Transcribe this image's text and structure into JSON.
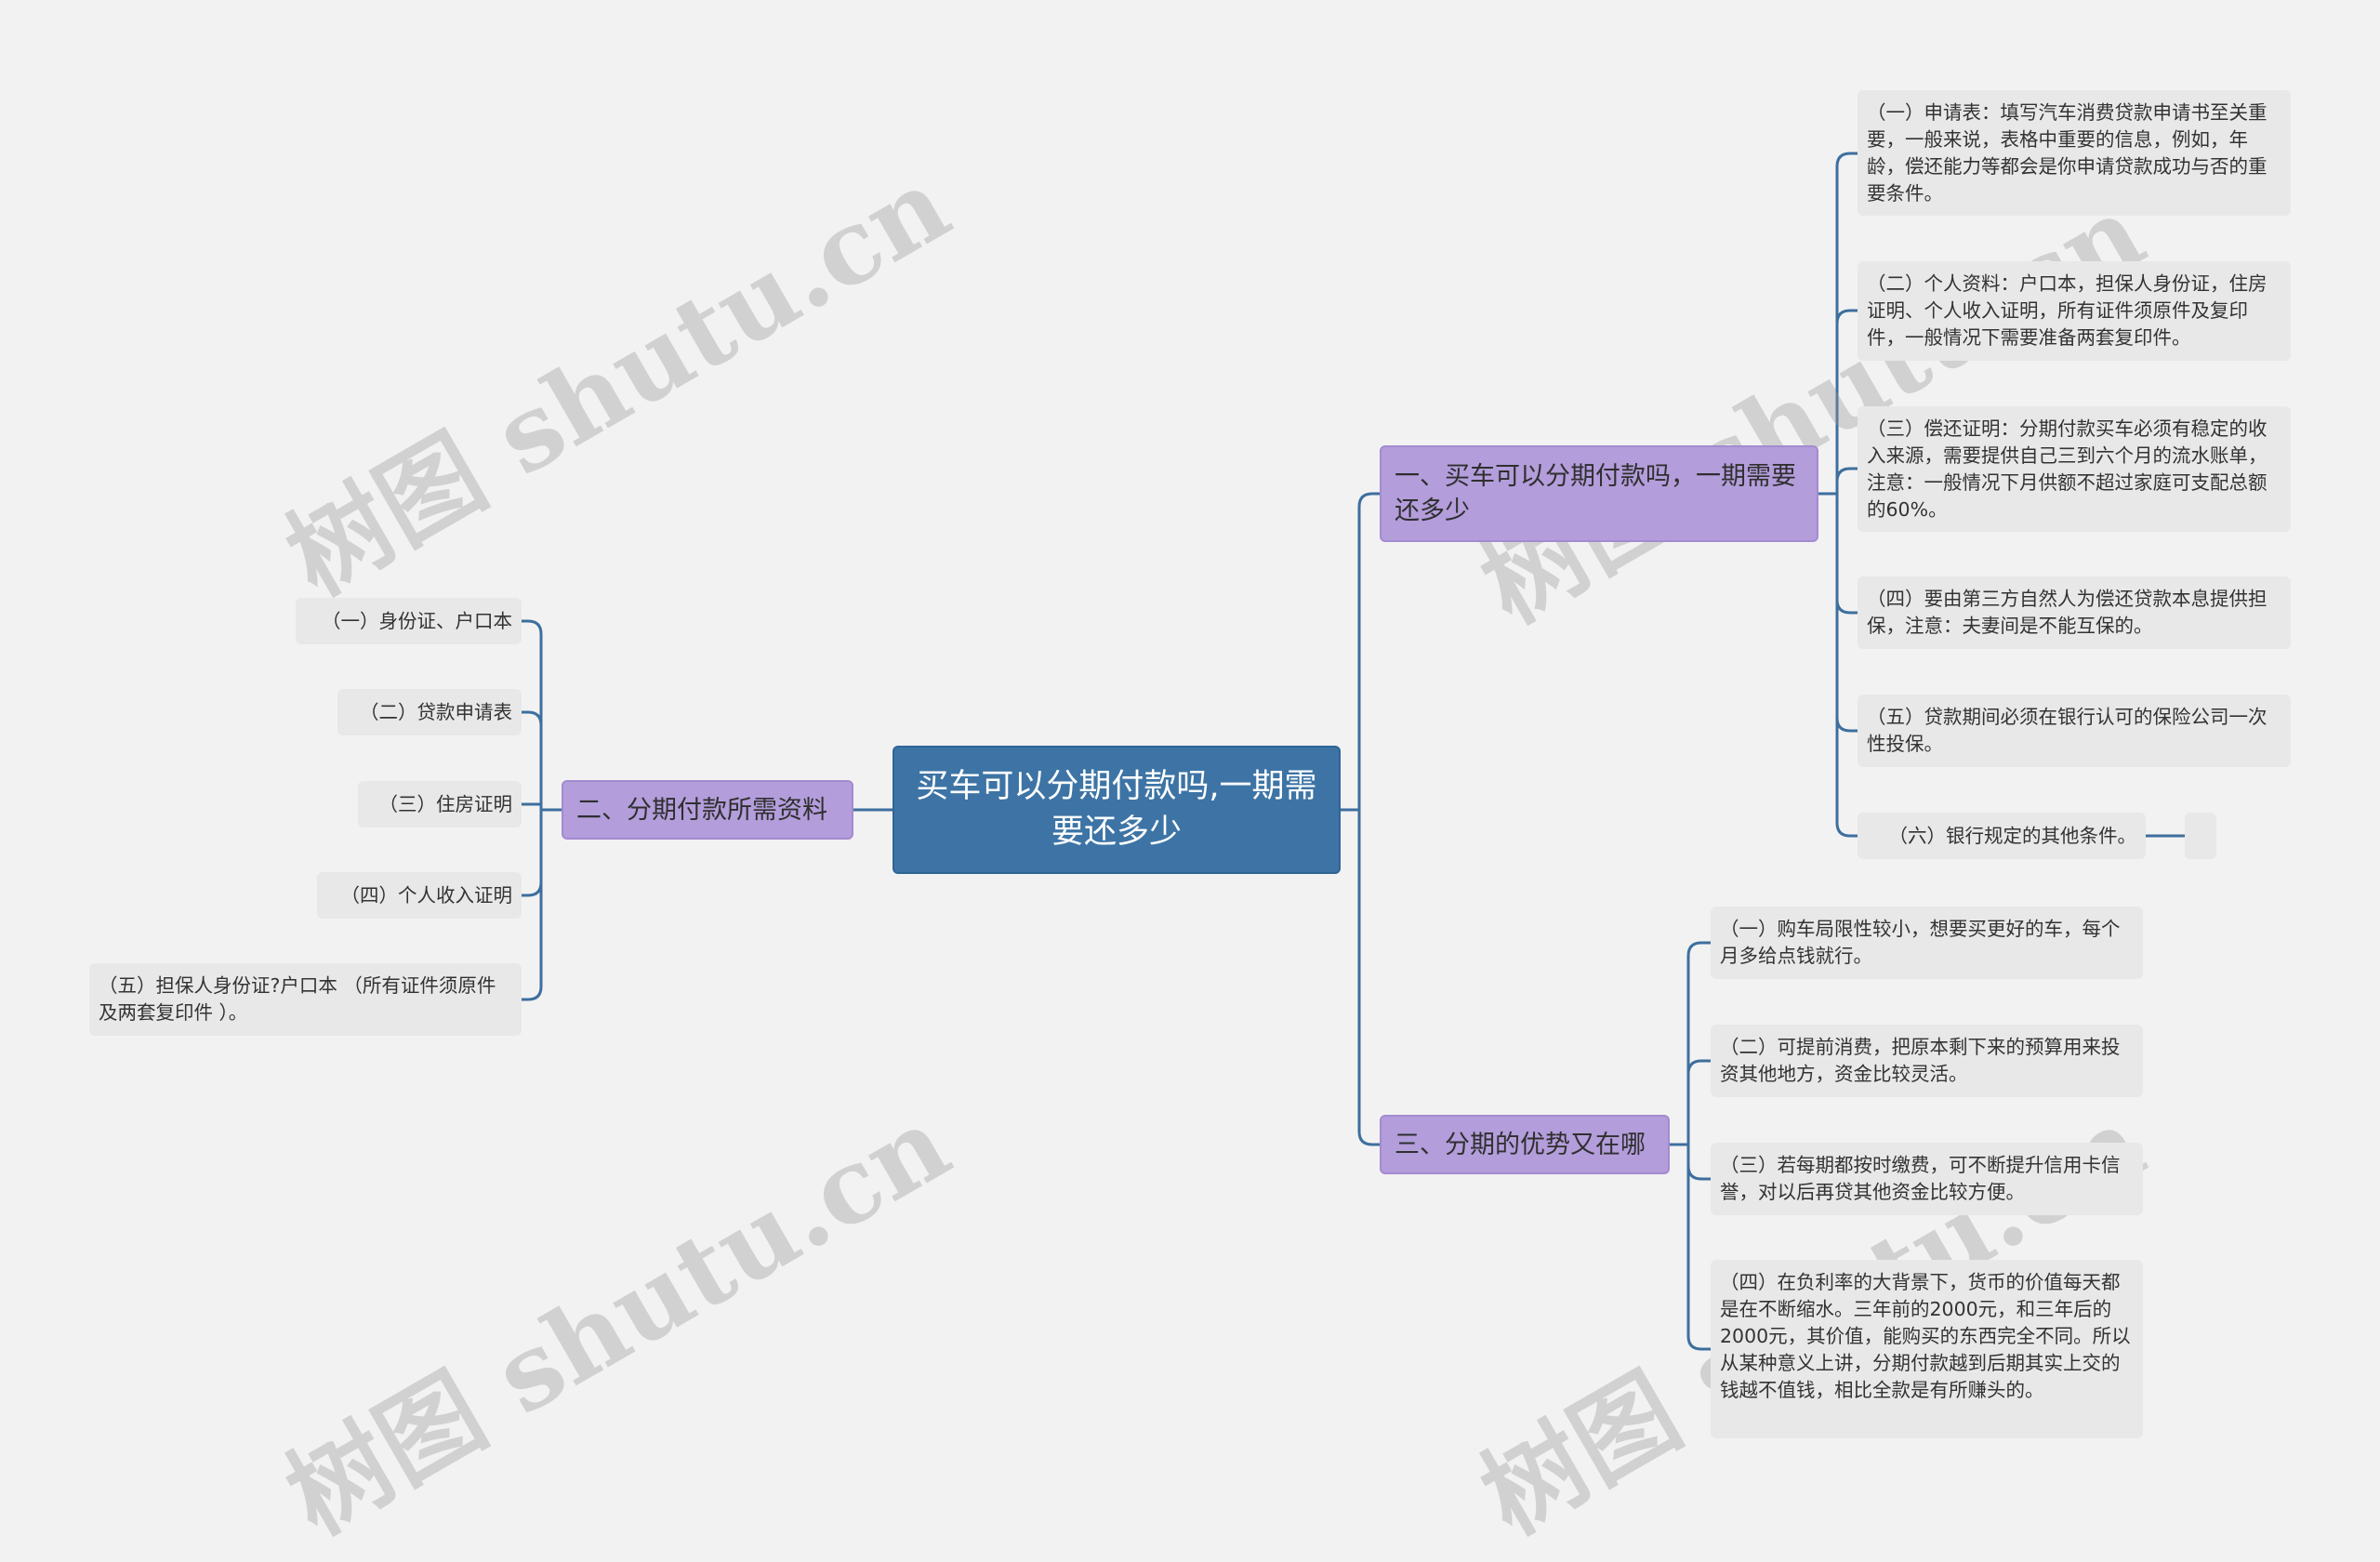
{
  "root": {
    "label": "买车可以分期付款吗,一期需要还多少"
  },
  "branches": [
    {
      "label": "一、买车可以分期付款吗，一期需要还多少",
      "items": [
        "（一）申请表：填写汽车消费贷款申请书至关重要，一般来说，表格中重要的信息，例如，年龄，偿还能力等都会是你申请贷款成功与否的重要条件。",
        "（二）个人资料：户口本，担保人身份证，住房证明、个人收入证明，所有证件须原件及复印件，一般情况下需要准备两套复印件。",
        "（三）偿还证明：分期付款买车必须有稳定的收入来源，需要提供自己三到六个月的流水账单，注意：一般情况下月供额不超过家庭可支配总额的60%。",
        "（四）要由第三方自然人为偿还贷款本息提供担保，注意：夫妻间是不能互保的。",
        "（五）贷款期间必须在银行认可的保险公司一次性投保。",
        "（六）银行规定的其他条件。"
      ]
    },
    {
      "label": "二、分期付款所需资料",
      "items": [
        "（一）身份证、户口本",
        "（二）贷款申请表",
        "（三）住房证明",
        "（四）个人收入证明",
        "（五）担保人身份证?户口本 （所有证件须原件及两套复印件 ）。"
      ]
    },
    {
      "label": "三、分期的优势又在哪",
      "items": [
        "（一）购车局限性较小，想要买更好的车，每个月多给点钱就行。",
        "（二）可提前消费，把原本剩下来的预算用来投资其他地方，资金比较灵活。",
        "（三）若每期都按时缴费，可不断提升信用卡信誉，对以后再贷其他资金比较方便。",
        "（四）在负利率的大背景下，货币的价值每天都是在不断缩水。三年前的2000元，和三年后的2000元，其价值，能购买的东西完全不同。所以从某种意义上讲，分期付款越到后期其实上交的钱越不值钱，相比全款是有所赚头的。"
      ]
    }
  ],
  "watermark": "树图 shutu.cn",
  "colors": {
    "background": "#f2f2f2",
    "root": "#3d74a5",
    "branch": "#b39ddb",
    "leaf": "#e8e8e8",
    "line": "#3d6f9e"
  }
}
